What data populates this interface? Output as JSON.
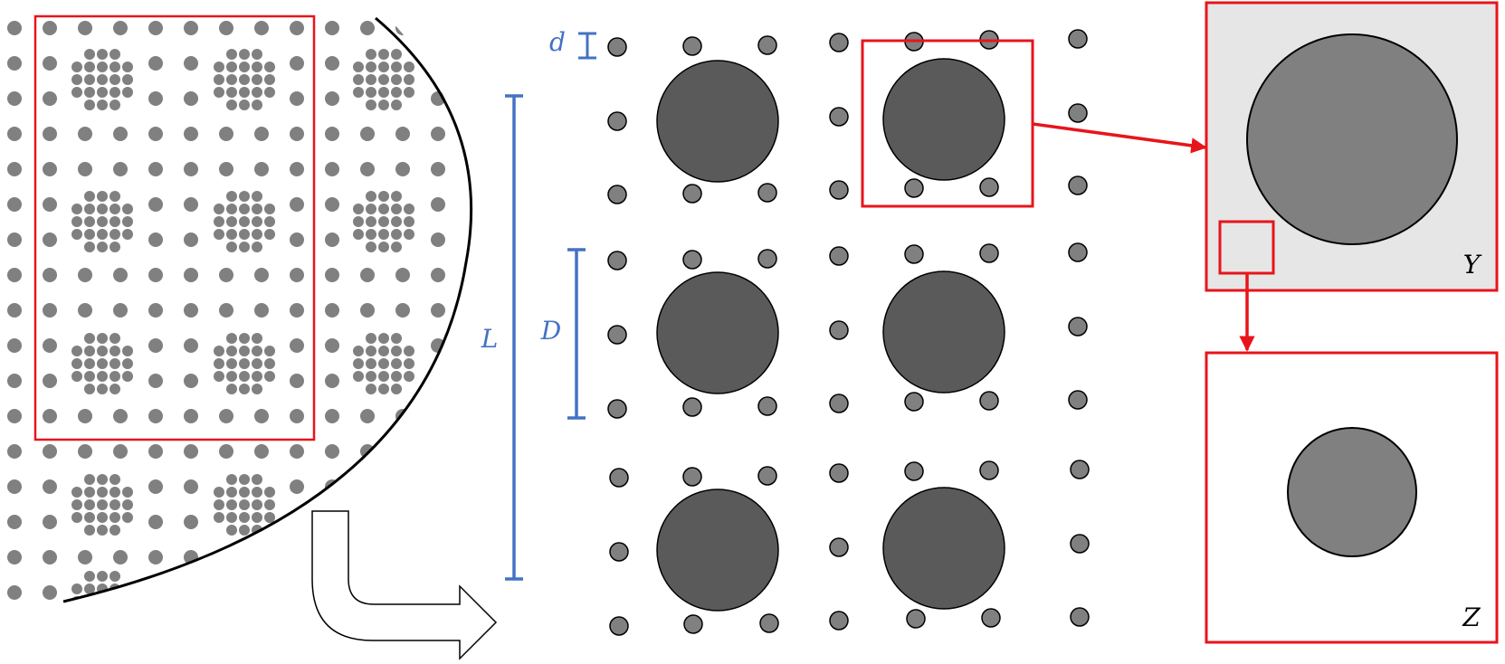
{
  "labels": {
    "small_spacing": "d",
    "large_spacing": "D",
    "length": "L",
    "zoom_level_1": "Y",
    "zoom_level_2": "Z"
  },
  "colors": {
    "pattern_dot": "#808080",
    "large_disk": "#5a5a5a",
    "zoom_disk": "#808080",
    "zoom_background": "#e6e6e6",
    "highlight": "#e8141b",
    "dimension": "#4472c4",
    "outline": "#000000"
  }
}
